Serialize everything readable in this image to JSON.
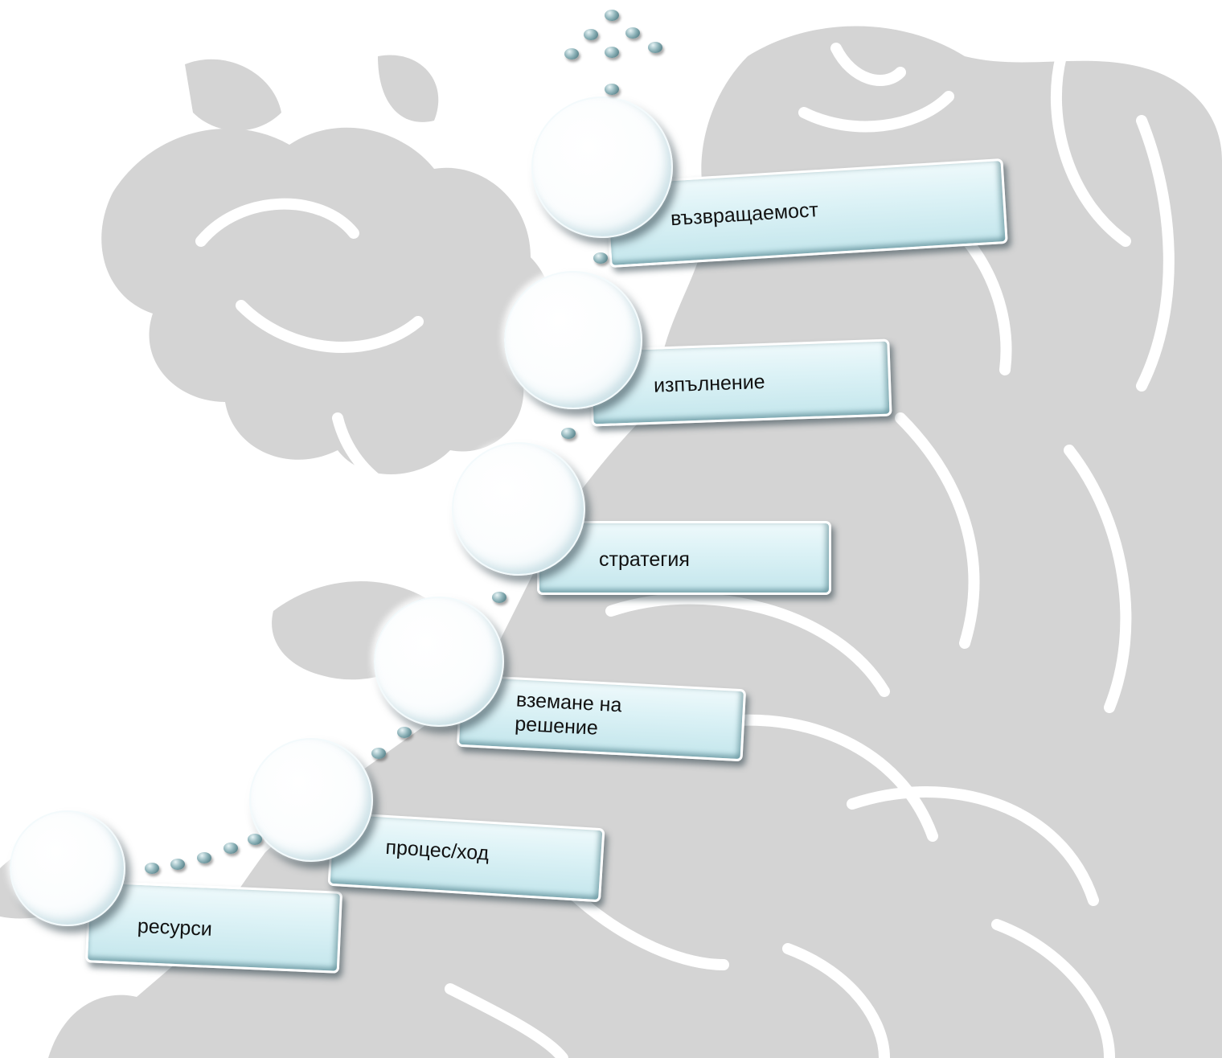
{
  "diagram": {
    "steps": [
      {
        "label": "ресурси"
      },
      {
        "label": "процес/ход"
      },
      {
        "label": "вземане на\nрешение"
      },
      {
        "label": "стратегия"
      },
      {
        "label": "изпълнение"
      },
      {
        "label": "възвращаемост"
      }
    ]
  },
  "colors": {
    "background_silhouette": "#d4d4d4",
    "silhouette_lines": "#ffffff",
    "bar_fill": "#d8f0f4",
    "bead": "#5d8a91"
  }
}
